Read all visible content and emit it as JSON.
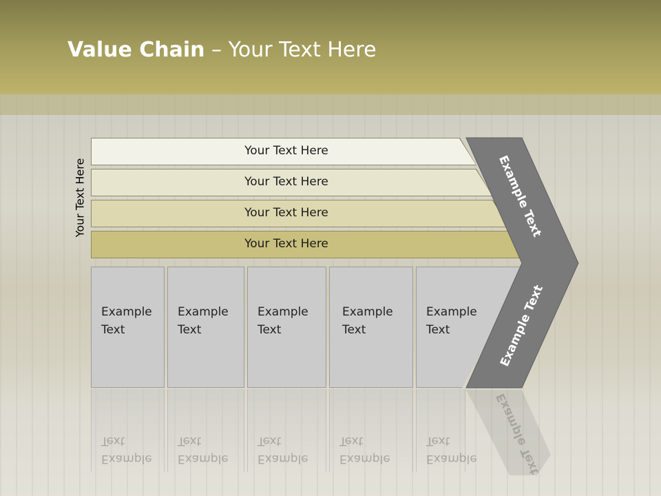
{
  "title": {
    "bold": "Value Chain",
    "rest": " – Your Text Here"
  },
  "side_label": "Your Text Here",
  "bars": [
    {
      "label": "Your Text Here",
      "fill": "#f3f2e8"
    },
    {
      "label": "Your Text Here",
      "fill": "#e8e5cf"
    },
    {
      "label": "Your Text Here",
      "fill": "#ddd8b0"
    },
    {
      "label": "Your Text Here",
      "fill": "#c9c07f"
    }
  ],
  "boxes": [
    {
      "line1": "Example",
      "line2": "Text"
    },
    {
      "line1": "Example",
      "line2": "Text"
    },
    {
      "line1": "Example",
      "line2": "Text"
    },
    {
      "line1": "Example",
      "line2": "Text"
    },
    {
      "line1": "Example",
      "line2": "Text"
    }
  ],
  "chevron": {
    "upper_label": "Example Text",
    "lower_label": "Example Text",
    "fill": "#7a7a7a"
  },
  "colors": {
    "header": "#a39c5c",
    "bar_border": "#8e8a60",
    "box_fill": "#cbcbcb"
  }
}
